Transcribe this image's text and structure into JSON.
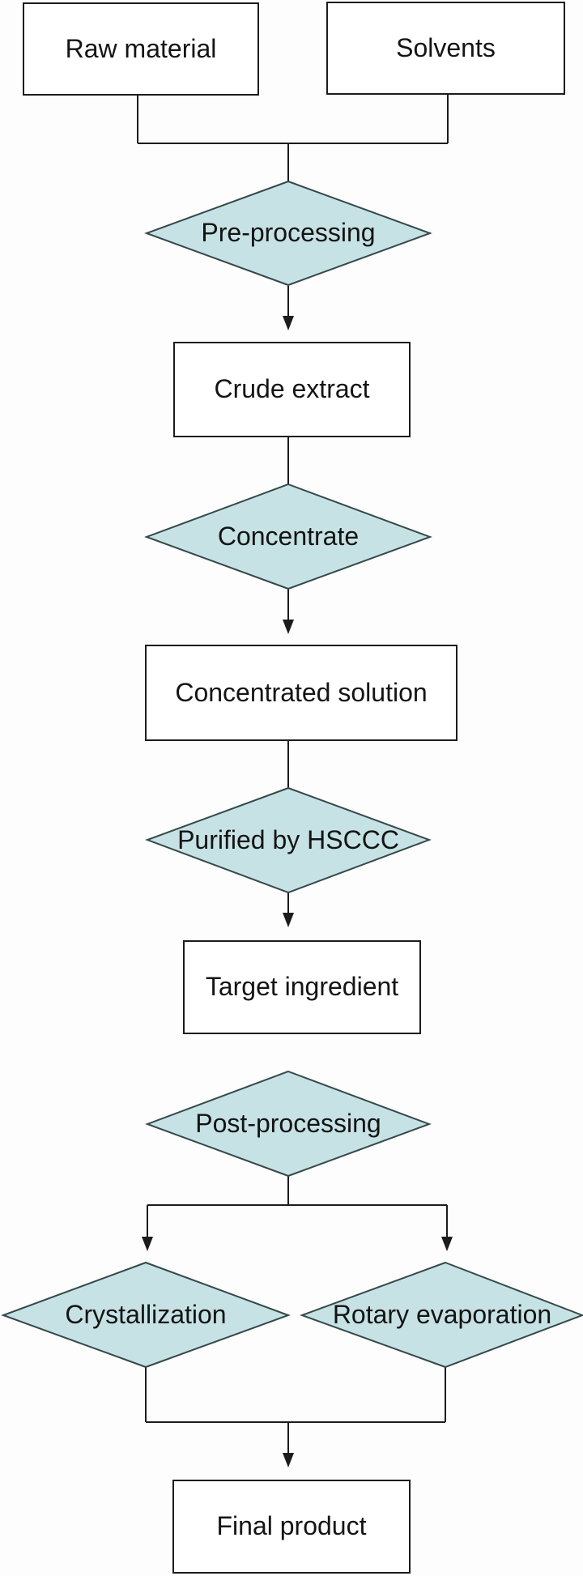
{
  "nodes": {
    "raw_material": {
      "label": "Raw material",
      "shape": "rectangle"
    },
    "solvents": {
      "label": "Solvents",
      "shape": "rectangle"
    },
    "pre_processing": {
      "label": "Pre-processing",
      "shape": "diamond"
    },
    "crude_extract": {
      "label": "Crude extract",
      "shape": "rectangle"
    },
    "concentrate": {
      "label": "Concentrate",
      "shape": "diamond"
    },
    "concentrated_solution": {
      "label": "Concentrated solution",
      "shape": "rectangle"
    },
    "purified_by_hsccc": {
      "label": "Purified by HSCCC",
      "shape": "diamond"
    },
    "target_ingredient": {
      "label": "Target ingredient",
      "shape": "rectangle"
    },
    "post_processing": {
      "label": "Post-processing",
      "shape": "diamond"
    },
    "crystallization": {
      "label": "Crystallization",
      "shape": "diamond"
    },
    "rotary_evaporation": {
      "label": "Rotary evaporation",
      "shape": "diamond"
    },
    "final_product": {
      "label": "Final product",
      "shape": "rectangle"
    }
  },
  "edges": [
    {
      "from": "raw_material",
      "to": "pre_processing",
      "arrow": false
    },
    {
      "from": "solvents",
      "to": "pre_processing",
      "arrow": false
    },
    {
      "from": "pre_processing",
      "to": "crude_extract",
      "arrow": true
    },
    {
      "from": "crude_extract",
      "to": "concentrate",
      "arrow": false
    },
    {
      "from": "concentrate",
      "to": "concentrated_solution",
      "arrow": true
    },
    {
      "from": "concentrated_solution",
      "to": "purified_by_hsccc",
      "arrow": false
    },
    {
      "from": "purified_by_hsccc",
      "to": "target_ingredient",
      "arrow": true
    },
    {
      "from": "target_ingredient",
      "to": "post_processing",
      "arrow": false
    },
    {
      "from": "post_processing",
      "to": "crystallization",
      "arrow": true
    },
    {
      "from": "post_processing",
      "to": "rotary_evaporation",
      "arrow": true
    },
    {
      "from": "crystallization",
      "to": "final_product",
      "arrow": true
    },
    {
      "from": "rotary_evaporation",
      "to": "final_product",
      "arrow": true
    }
  ],
  "colors": {
    "diamond_fill": "#c6e2e4",
    "diamond_border": "#35484a",
    "box_fill": "#ffffff",
    "line": "#1c1c1c",
    "text": "#141414",
    "background": "#fdfdfd"
  }
}
